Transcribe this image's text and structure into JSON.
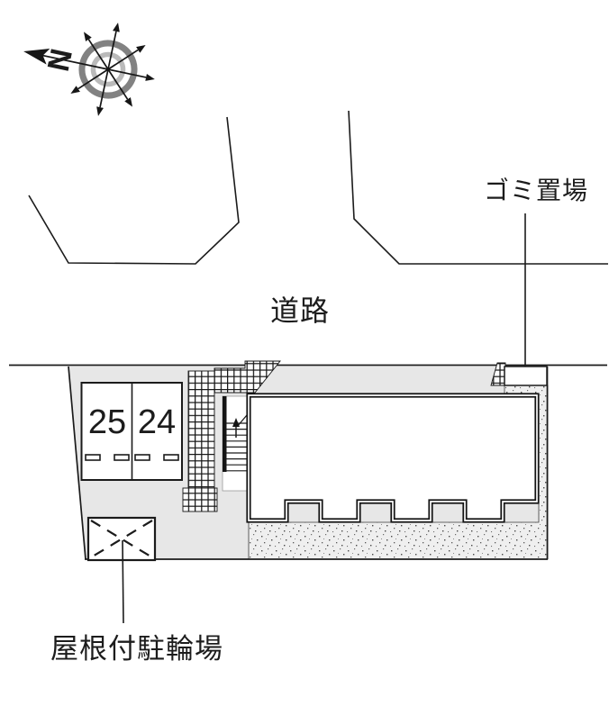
{
  "figure": {
    "type": "site-layout-plan"
  },
  "compass": {
    "north_label": "N"
  },
  "areas": {
    "road": "道路",
    "garbage": "ゴミ置場",
    "covered_bicycle_parking": "屋根付駐輪場"
  },
  "parking_spaces": [
    {
      "number": "25"
    },
    {
      "number": "24"
    }
  ],
  "colors": {
    "site_fill": "#e7e7e7",
    "stipple_fill": "#efefef",
    "line": "#1b1b1b",
    "compass_ring_outer": "#828282",
    "compass_ring_inner": "#bababa"
  }
}
